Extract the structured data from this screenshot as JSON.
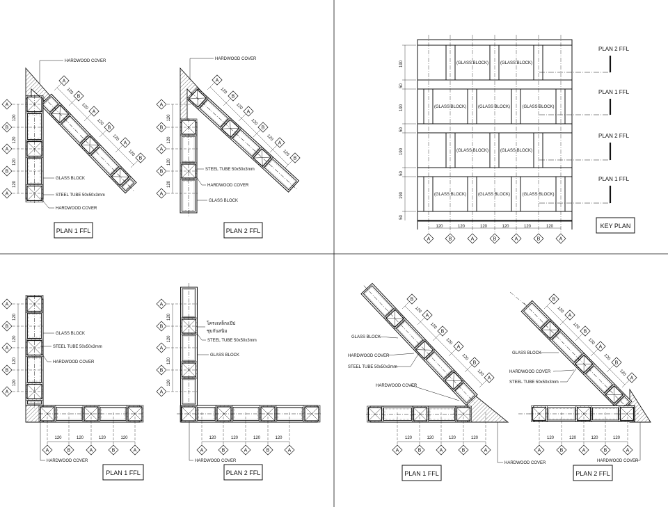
{
  "panels": {
    "top_left": {
      "title": "PLAN 1 FFL",
      "labels": [
        "HARDWOOD COVER",
        "GLASS BLOCK",
        "STEEL TUBE 50x50x3mm",
        "HARDWOOD COVER"
      ],
      "grid_vertical": [
        "A",
        "B",
        "A",
        "B",
        "A"
      ],
      "grid_diagonal": [
        "A",
        "B",
        "A",
        "B",
        "A",
        "B"
      ],
      "dim": "120"
    },
    "top_middle": {
      "title": "PLAN 2 FFL",
      "labels": [
        "HARDWOOD COVER",
        "STEEL TUBE 50x50x3mm",
        "HARDWOOD COVER",
        "GLASS BLOCK"
      ],
      "grid_vertical": [
        "A",
        "B",
        "A",
        "B",
        "A"
      ],
      "grid_diagonal": [
        "A",
        "B",
        "A",
        "B",
        "A",
        "B"
      ],
      "dim": "120"
    },
    "bottom_left": {
      "title": "PLAN 1 FFL",
      "labels": [
        "GLASS BLOCK",
        "STEEL TUBE 50x50x3mm",
        "HARDWOOD COVER",
        "HARDWOOD COVER"
      ],
      "grid_vertical": [
        "A",
        "B",
        "A",
        "B",
        "A"
      ],
      "grid_horizontal": [
        "A",
        "B",
        "A",
        "B",
        "A"
      ],
      "dim": "120"
    },
    "bottom_middle": {
      "title": "PLAN 2 FFL",
      "labels": [
        "โครงเหล็กแป๊ป",
        "ชุบกันสนิม",
        "STEEL TUBE 50x50x3mm",
        "GLASS BLOCK",
        "HARDWOOD COVER"
      ],
      "grid_vertical": [
        "A",
        "B",
        "A",
        "B",
        "A"
      ],
      "grid_horizontal": [
        "A",
        "B",
        "A",
        "B",
        "A"
      ],
      "dim": "120"
    },
    "bottom_right_1": {
      "title": "PLAN 1 FFL",
      "labels": [
        "GLASS BLOCK",
        "HARDWOOD COVER",
        "STEEL TUBE 50x50x3mm",
        "HARDWOOD COVER",
        "HARDWOOD COVER"
      ],
      "grid_horizontal": [
        "A",
        "B",
        "A",
        "B",
        "A"
      ],
      "grid_diagonal": [
        "B",
        "A",
        "B",
        "A",
        "B",
        "A"
      ],
      "dim": "120"
    },
    "bottom_right_2": {
      "title": "PLAN 2 FFL",
      "labels": [
        "GLASS BLOCK",
        "HARDWOOD COVER",
        "STEEL TUBE 50x50x3mm",
        "HARDWOOD COVER"
      ],
      "grid_horizontal": [
        "A",
        "B",
        "A",
        "B",
        "A"
      ],
      "grid_diagonal": [
        "B",
        "A",
        "B",
        "A",
        "B",
        "A"
      ],
      "dim": "120"
    }
  },
  "key_plan": {
    "title": "KEY PLAN",
    "block_label": "(GLASS BLOCK)",
    "row_dims": [
      "190",
      "50",
      "190",
      "50",
      "190",
      "50",
      "190",
      "50"
    ],
    "col_dim": "120",
    "grid": [
      "A",
      "B",
      "A",
      "B",
      "A",
      "B",
      "A"
    ],
    "section_marks": [
      "PLAN 2 FFL",
      "PLAN 1 FFL",
      "PLAN 2 FFL",
      "PLAN 1 FFL"
    ]
  },
  "colors": {
    "ink": "#111111",
    "paper": "#ffffff",
    "divider": "#555555"
  }
}
